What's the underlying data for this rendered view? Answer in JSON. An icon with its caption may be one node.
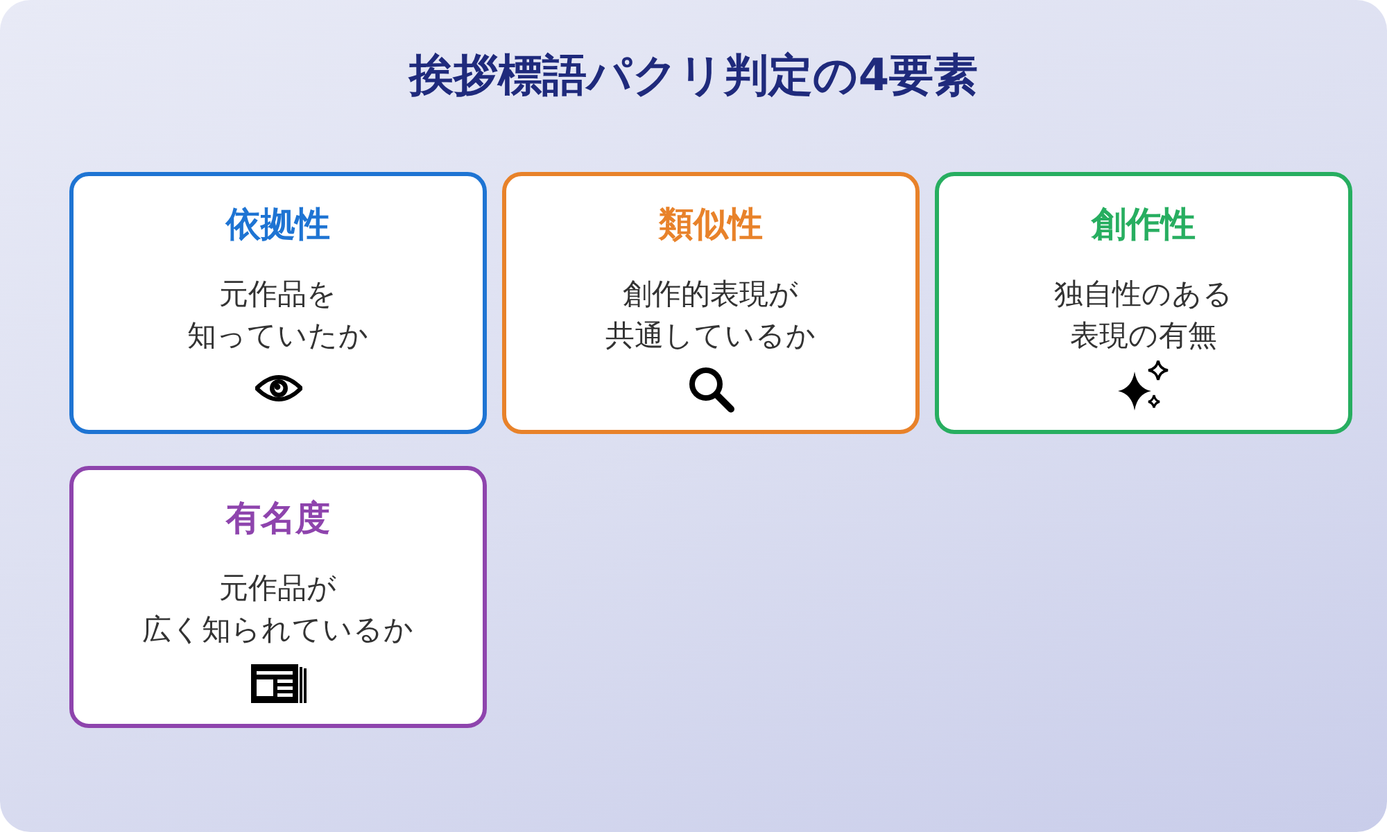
{
  "diagram": {
    "title": "挨拶標語パクリ判定の4要素",
    "nodes": [
      {
        "text": [
          "依拠性",
          "元作品を知っていたか"
        ]
      },
      {
        "text": [
          "類似性",
          "創作的表現が共通しているか"
        ]
      },
      {
        "text": [
          "創作性",
          "独自性のある表現の有無"
        ]
      },
      {
        "text": [
          "有名度",
          "元作品が広く知られているか"
        ]
      }
    ]
  }
}
